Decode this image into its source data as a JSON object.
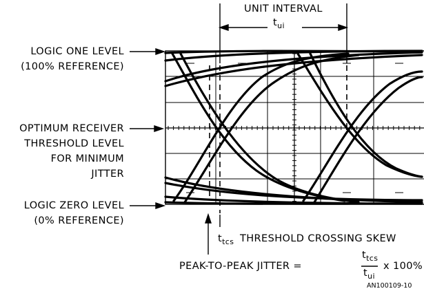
{
  "labels": {
    "unit_interval": "UNIT INTERVAL",
    "t_ui_base": "t",
    "t_ui_sub": "ui",
    "logic_one_1": "LOGIC ONE LEVEL",
    "logic_one_2": "(100% REFERENCE)",
    "optimum_1": "OPTIMUM RECEIVER",
    "optimum_2": "THRESHOLD LEVEL",
    "optimum_3": "FOR MINIMUM",
    "optimum_4": "JITTER",
    "logic_zero_1": "LOGIC ZERO LEVEL",
    "logic_zero_2": "(0% REFERENCE)",
    "ttcs_base": "t",
    "ttcs_sub": "tcs",
    "threshold_crossing_skew": "THRESHOLD CROSSING SKEW",
    "ptp_jitter": "PEAK-TO-PEAK JITTER =",
    "frac_num_base": "t",
    "frac_num_sub": "tcs",
    "frac_den_base": "t",
    "frac_den_sub": "ui",
    "times_100": "x 100%",
    "figure_id": "AN100109-10"
  }
}
